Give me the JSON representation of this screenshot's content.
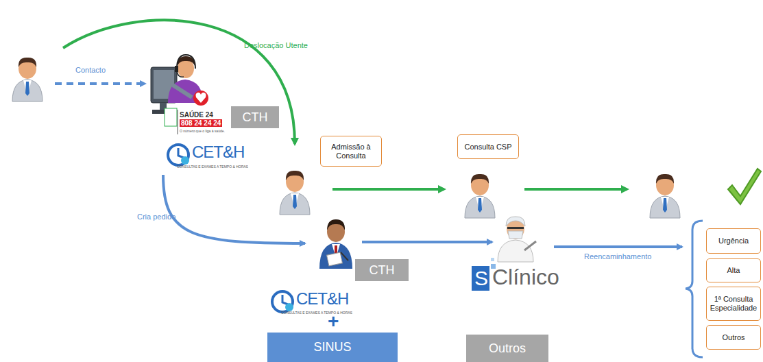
{
  "diagram": {
    "nodes": [
      {
        "text": [
          "Admissão à Consulta"
        ]
      },
      {
        "text": [
          "Consulta CSP"
        ]
      },
      {
        "text": [
          "CTH"
        ]
      },
      {
        "text": [
          "CTH"
        ]
      },
      {
        "text": [
          "SINUS"
        ]
      },
      {
        "text": [
          "Outros"
        ]
      },
      {
        "text": [
          "Urgência"
        ]
      },
      {
        "text": [
          "Alta"
        ]
      },
      {
        "text": [
          "1ª Consulta Especialidade"
        ]
      },
      {
        "text": [
          "Outros"
        ]
      }
    ],
    "labels": [
      "Contacto",
      "Deslocação Utente",
      "SAÚDE 24",
      "808 24 24 24",
      "O número que o liga à saúde.",
      "CET&H",
      "CONSULTAS E EXAMES A TEMPO & HORAS",
      "Cria pedido",
      "CET&H",
      "CONSULTAS E EXAMES A TEMPO & HORAS",
      "+",
      "S",
      "Clínico",
      "Reencaminhamento"
    ]
  }
}
